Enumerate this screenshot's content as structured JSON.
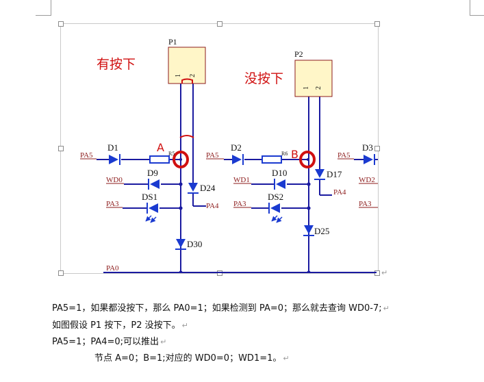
{
  "diagram": {
    "labels": {
      "pressed": "有按下",
      "not_pressed": "没按下",
      "node_a": "A",
      "node_b": "B"
    },
    "components": {
      "p1": "P1",
      "p2": "P2",
      "pin1": "1",
      "pin2": "2",
      "d1": "D1",
      "d2": "D2",
      "d3": "D3",
      "d9": "D9",
      "d10": "D10",
      "d17": "D17",
      "d24": "D24",
      "d25": "D25",
      "d30": "D30",
      "ds1": "DS1",
      "ds2": "DS2",
      "r5": "R5",
      "r6": "R6"
    },
    "nets": {
      "pa5": "PA5",
      "pa3": "PA3",
      "pa4": "PA4",
      "pa0": "PA0",
      "wd0": "WD0",
      "wd1": "WD1",
      "wd2": "WD2"
    },
    "colors": {
      "wire": "#1a1aa0",
      "component": "#1a3ad0",
      "net_label": "#8b1a1a",
      "highlight": "#d01010",
      "connector_fill": "#fff6c8"
    }
  },
  "paragraphs": [
    "PA5=1，如果都没按下，那么 PA0=1；如果检测到 PA=0；那么就去查询 WD0-7;",
    "如图假设 P1 按下，P2 没按下。",
    "PA5=1；PA4=0;可以推出",
    "节点 A=0；B=1;对应的 WD0=0；WD1=1。"
  ],
  "paragraph_mark": "↵"
}
